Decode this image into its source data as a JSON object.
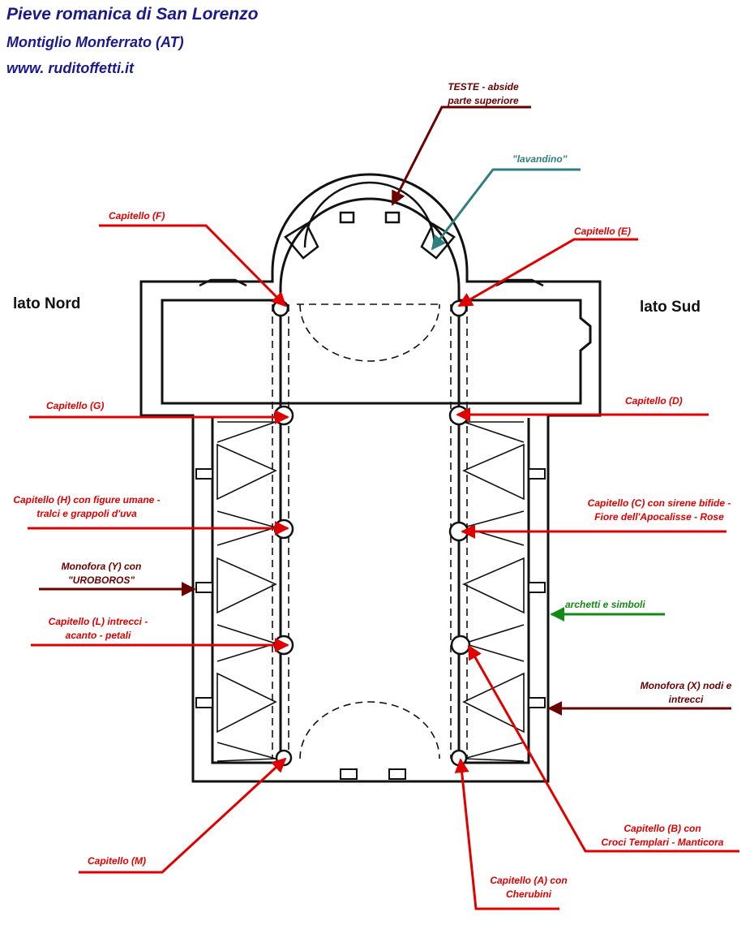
{
  "header": {
    "title": "Pieve romanica di San Lorenzo",
    "subtitle": "Montiglio Monferrato (AT)",
    "website": "www. ruditoffetti.it"
  },
  "sides": {
    "north": "lato Nord",
    "south": "lato Sud"
  },
  "labels": {
    "teste": [
      "TESTE - abside",
      "parte superiore"
    ],
    "lavandino": [
      "\"lavandino\""
    ],
    "f": [
      "Capitello (F)"
    ],
    "e": [
      "Capitello (E)"
    ],
    "g": [
      "Capitello (G)"
    ],
    "d": [
      "Capitello (D)"
    ],
    "h": [
      "Capitello (H) con figure umane -",
      "tralci e grappoli d'uva"
    ],
    "c": [
      "Capitello (C) con sirene bifide -",
      "Fiore dell'Apocalisse - Rose"
    ],
    "y": [
      "Monofora (Y) con",
      "\"UROBOROS\""
    ],
    "archetti": [
      "archetti e simboli"
    ],
    "l": [
      "Capitello (L) intrecci -",
      "acanto - petali"
    ],
    "x": [
      "Monofora (X) nodi e",
      "intrecci"
    ],
    "b": [
      "Capitello (B) con",
      "Croci Templari - Manticora"
    ],
    "m": [
      "Capitello (M)"
    ],
    "a": [
      "Capitello (A) con",
      "Cherubini"
    ]
  },
  "colors": {
    "title": "#1a1a8c",
    "capitello": "#e00000",
    "teste": "#6b0000",
    "lavandino": "#2f7f80",
    "archetti": "#138a13",
    "plan": "#111111"
  }
}
